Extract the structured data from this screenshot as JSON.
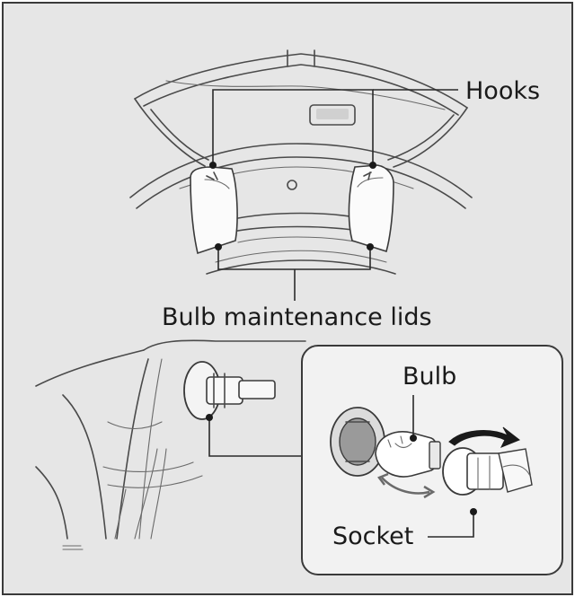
{
  "labels": {
    "hooks": "Hooks",
    "lids": "Bulb maintenance lids",
    "bulb": "Bulb",
    "socket": "Socket"
  },
  "colors": {
    "background": "#e6e6e6",
    "panel": "#f2f2f2",
    "lid": "#fbfbfb",
    "ink": "#1a1a1a"
  }
}
